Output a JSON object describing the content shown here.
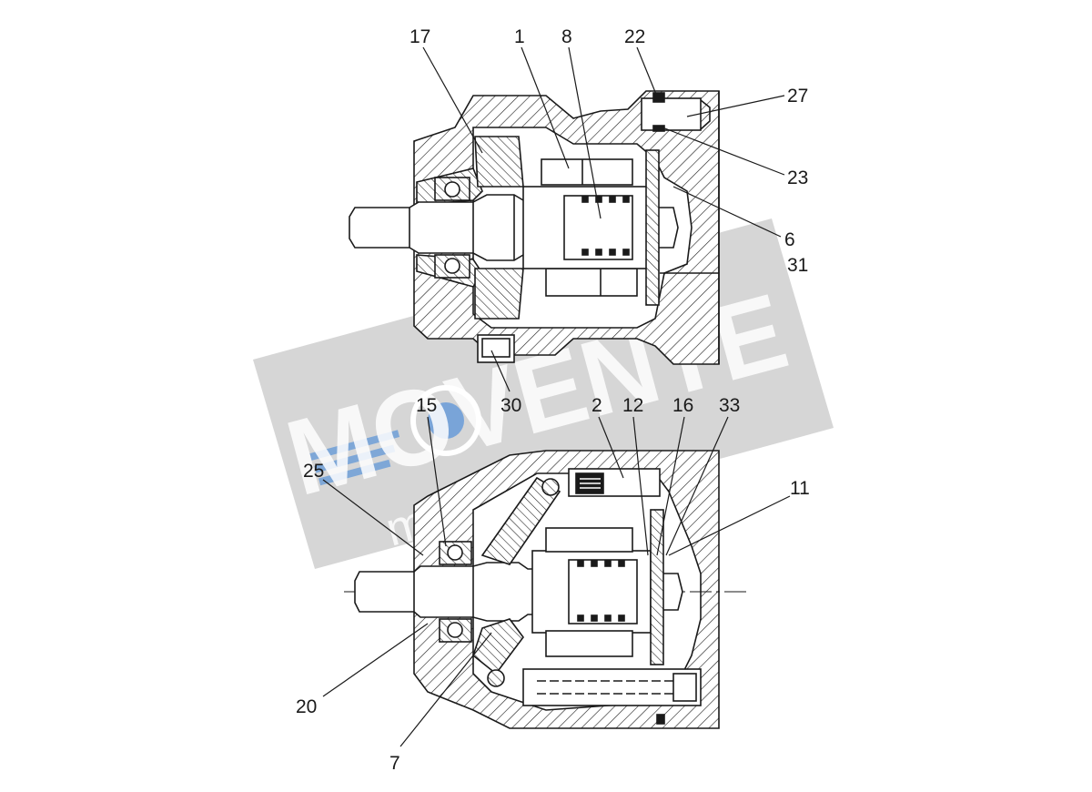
{
  "diagram": {
    "top_view": {
      "callouts": [
        {
          "id": "17",
          "label": "17"
        },
        {
          "id": "1",
          "label": "1"
        },
        {
          "id": "8",
          "label": "8"
        },
        {
          "id": "22",
          "label": "22"
        },
        {
          "id": "27",
          "label": "27"
        },
        {
          "id": "23",
          "label": "23"
        },
        {
          "id": "6",
          "label": "6"
        },
        {
          "id": "31",
          "label": "31"
        },
        {
          "id": "30",
          "label": "30"
        }
      ]
    },
    "bottom_view": {
      "callouts": [
        {
          "id": "15",
          "label": "15"
        },
        {
          "id": "2",
          "label": "2"
        },
        {
          "id": "12",
          "label": "12"
        },
        {
          "id": "16",
          "label": "16"
        },
        {
          "id": "33",
          "label": "33"
        },
        {
          "id": "11",
          "label": "11"
        },
        {
          "id": "25",
          "label": "25"
        },
        {
          "id": "20",
          "label": "20"
        },
        {
          "id": "7",
          "label": "7"
        }
      ]
    }
  },
  "watermark": {
    "brand": "MOVENTE",
    "url": "movente.ru",
    "colors": {
      "band": "#cfcfcf",
      "text": "#ffffff",
      "accent": "#6f9fd8"
    }
  },
  "colors": {
    "line": "#1a1a1a",
    "background": "#ffffff"
  }
}
